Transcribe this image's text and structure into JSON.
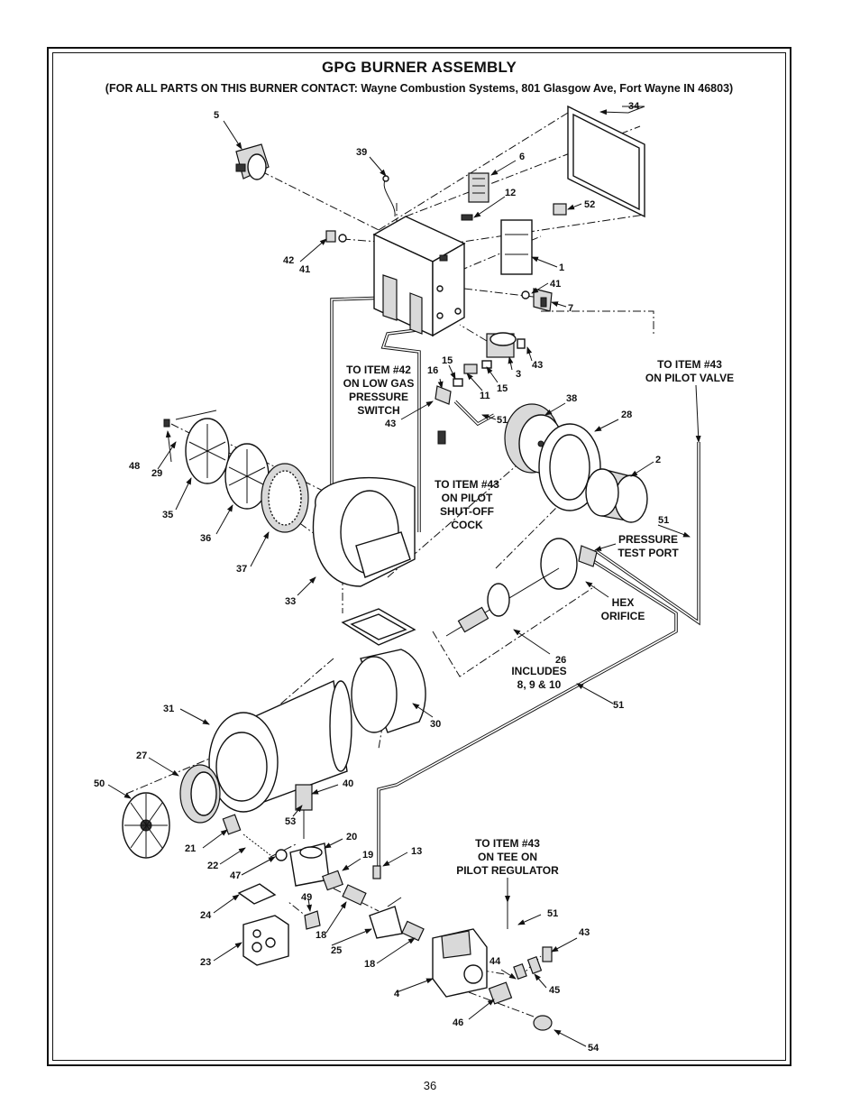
{
  "title": "GPG BURNER ASSEMBLY",
  "subtitle": "(FOR ALL PARTS ON THIS BURNER CONTACT: Wayne Combustion Systems, 801 Glasgow Ave, Fort Wayne IN 46803)",
  "page_number": "36",
  "notes": {
    "low_gas_l1": "TO ITEM #42",
    "low_gas_l2": "ON LOW GAS",
    "low_gas_l3": "PRESSURE",
    "low_gas_l4": "SWITCH",
    "shutoff_l1": "TO ITEM #43",
    "shutoff_l2": "ON PILOT",
    "shutoff_l3": "SHUT-OFF",
    "shutoff_l4": "COCK",
    "pilot_valve_l1": "TO ITEM #43",
    "pilot_valve_l2": "ON PILOT VALVE",
    "pressure_l1": "PRESSURE",
    "pressure_l2": "TEST PORT",
    "hex_l1": "HEX",
    "hex_l2": "ORIFICE",
    "includes_l1": "INCLUDES",
    "includes_l2": "8, 9 & 10",
    "tee_l1": "TO ITEM #43",
    "tee_l2": "ON TEE ON",
    "tee_l3": "PILOT REGULATOR"
  },
  "labels": {
    "p1": "1",
    "p2": "2",
    "p3": "3",
    "p4": "4",
    "p5": "5",
    "p6": "6",
    "p7": "7",
    "p11": "11",
    "p12": "12",
    "p13": "13",
    "p15a": "15",
    "p15b": "15",
    "p16": "16",
    "p18a": "18",
    "p18b": "18",
    "p19": "19",
    "p20": "20",
    "p21": "21",
    "p22": "22",
    "p23": "23",
    "p24": "24",
    "p25": "25",
    "p26": "26",
    "p27": "27",
    "p28": "28",
    "p29": "29",
    "p30": "30",
    "p31": "31",
    "p33": "33",
    "p34": "34",
    "p35": "35",
    "p36": "36",
    "p37": "37",
    "p38": "38",
    "p39": "39",
    "p40": "40",
    "p41a": "41",
    "p41b": "41",
    "p42": "42",
    "p43a": "43",
    "p43b": "43",
    "p43c": "43",
    "p44": "44",
    "p45": "45",
    "p46": "46",
    "p47": "47",
    "p48": "48",
    "p49": "49",
    "p50": "50",
    "p51a": "51",
    "p51b": "51",
    "p51c": "51",
    "p51d": "51",
    "p52": "52",
    "p53": "53",
    "p54": "54"
  }
}
